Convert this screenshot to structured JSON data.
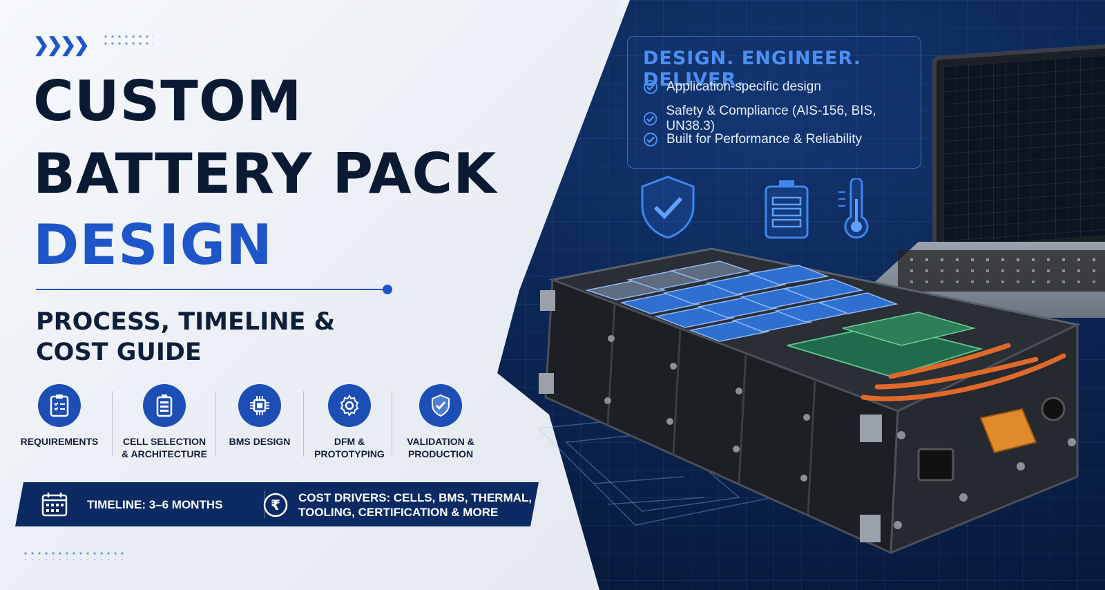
{
  "header": {
    "title_line1": "CUSTOM",
    "title_line2": "BATTERY PACK",
    "title_line3": "DESIGN",
    "subtitle_line1": "PROCESS, TIMELINE &",
    "subtitle_line2": "COST GUIDE"
  },
  "steps": [
    {
      "label": "REQUIREMENTS",
      "icon": "clipboard-icon"
    },
    {
      "label": "CELL SELECTION\n& ARCHITECTURE",
      "icon": "battery-cell-icon"
    },
    {
      "label": "BMS DESIGN",
      "icon": "chip-icon"
    },
    {
      "label": "DFM &\nPROTOTYPING",
      "icon": "gear-icon"
    },
    {
      "label": "VALIDATION &\nPRODUCTION",
      "icon": "shield-check-icon"
    }
  ],
  "banner": {
    "timeline": "TIMELINE: 3–6 MONTHS",
    "cost_line1": "COST DRIVERS: CELLS, BMS, THERMAL,",
    "cost_line2": "TOOLING, CERTIFICATION & MORE"
  },
  "infobox": {
    "title": "DESIGN. ENGINEER. DELIVER.",
    "items": [
      "Application-specific design",
      "Safety & Compliance (AIS-156, BIS, UN38.3)",
      "Built for Performance & Reliability"
    ]
  },
  "colors": {
    "accent": "#1e55c8",
    "dark_navy": "#0b2a63",
    "title_dark": "#0a1a33",
    "info_blue": "#4d8ff0"
  }
}
